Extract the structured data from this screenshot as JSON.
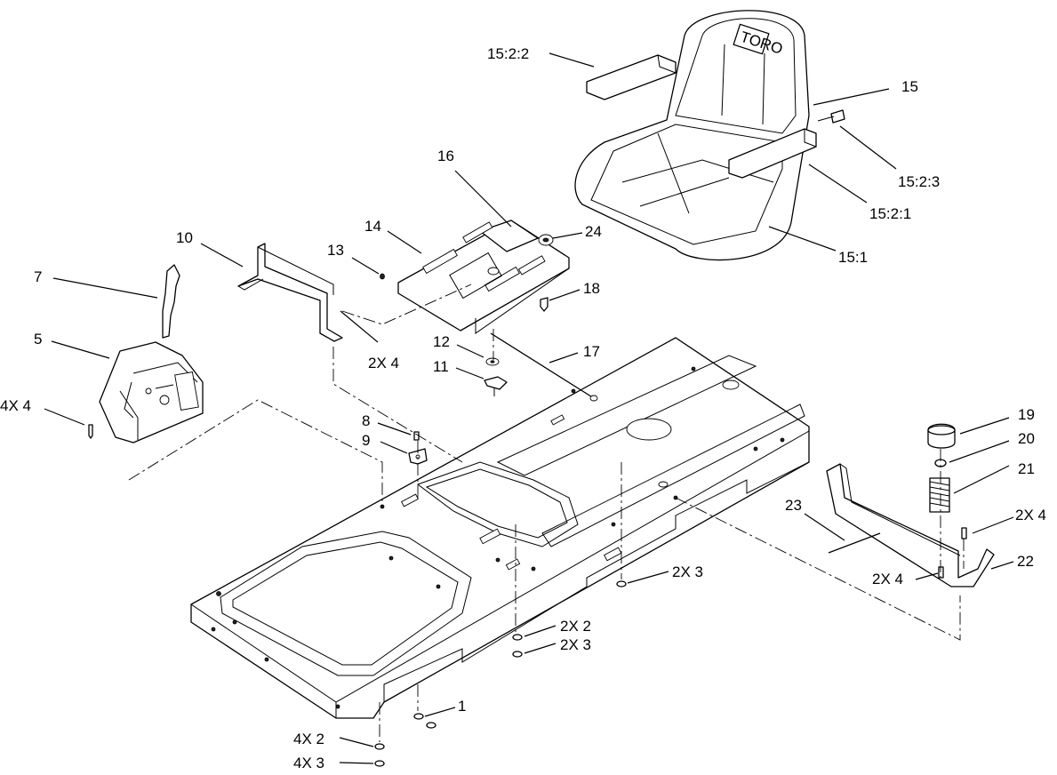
{
  "callouts": {
    "c_15_2_2": "15:2:2",
    "c_15": "15",
    "c_15_2_3": "15:2:3",
    "c_15_2_1": "15:2:1",
    "c_15_1": "15:1",
    "c_16": "16",
    "c_24": "24",
    "c_14": "14",
    "c_13": "13",
    "c_10": "10",
    "c_18": "18",
    "c_7": "7",
    "c_5": "5",
    "c_2x4_bracket": "2X 4",
    "c_12": "12",
    "c_17": "17",
    "c_11": "11",
    "c_4x4": "4X 4",
    "c_8": "8",
    "c_9": "9",
    "c_19": "19",
    "c_20": "20",
    "c_21": "21",
    "c_2x4_right": "2X 4",
    "c_23": "23",
    "c_22": "22",
    "c_2x4_bolt": "2X 4",
    "c_2x3_upper": "2X 3",
    "c_2x2": "2X 2",
    "c_2x3_lower": "2X 3",
    "c_1": "1",
    "c_4x2": "4X 2",
    "c_4x3": "4X 3"
  },
  "seat_brand": "TORO"
}
